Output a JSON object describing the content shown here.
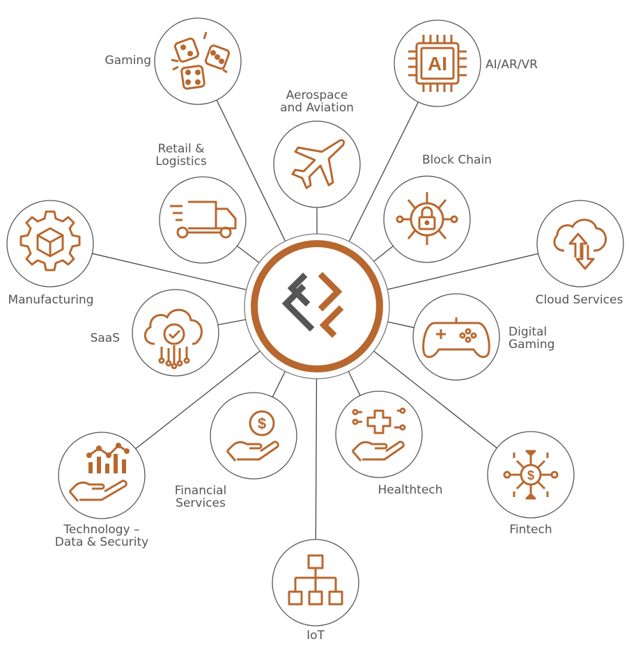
{
  "colors": {
    "accent": "#B8672E",
    "hub_mark_dark": "#555555",
    "line": "#444444",
    "circle_stroke": "#555555",
    "text": "#555555"
  },
  "hub": {
    "icon": "interlocking-s-logo-icon"
  },
  "nodes": [
    {
      "id": "gaming",
      "label": "Gaming",
      "icon": "dice-icon"
    },
    {
      "id": "ai-ar-vr",
      "label": "AI/AR/VR",
      "icon": "ai-chip-icon"
    },
    {
      "id": "aerospace",
      "label": "Aerospace\nand Aviation",
      "icon": "airplane-icon"
    },
    {
      "id": "retail",
      "label": "Retail &\nLogistics",
      "icon": "delivery-truck-icon"
    },
    {
      "id": "blockchain",
      "label": "Block Chain",
      "icon": "lock-network-icon"
    },
    {
      "id": "manufacturing",
      "label": "Manufacturing",
      "icon": "gear-cube-icon"
    },
    {
      "id": "cloud",
      "label": "Cloud Services",
      "icon": "cloud-transfer-icon"
    },
    {
      "id": "saas",
      "label": "SaaS",
      "icon": "cloud-check-icon"
    },
    {
      "id": "digital-gaming",
      "label": "Digital\nGaming",
      "icon": "gamepad-icon"
    },
    {
      "id": "financial",
      "label": "Financial\nServices",
      "icon": "hand-dollar-icon"
    },
    {
      "id": "healthtech",
      "label": "Healthtech",
      "icon": "hand-medical-cross-icon"
    },
    {
      "id": "technology",
      "label": "Technology –\nData & Security",
      "icon": "hand-chart-icon"
    },
    {
      "id": "fintech",
      "label": "Fintech",
      "icon": "dollar-network-icon"
    },
    {
      "id": "iot",
      "label": "IoT",
      "icon": "hierarchy-icon"
    }
  ]
}
